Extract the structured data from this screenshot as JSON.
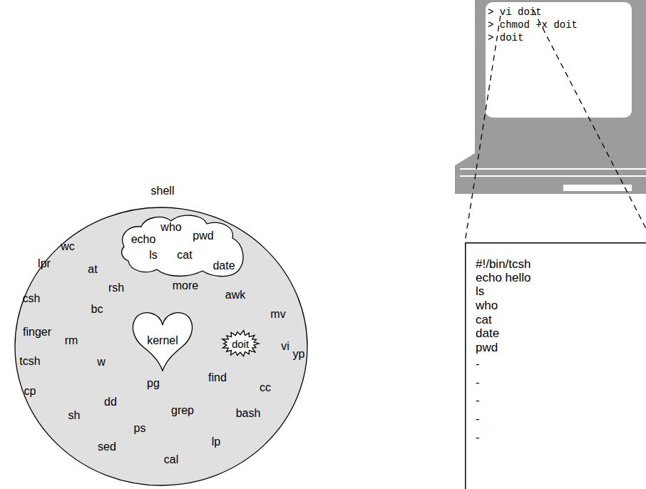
{
  "diagram": {
    "nodes": [
      {
        "text": [
          "shell",
          "wc",
          "lpr",
          "at",
          "more",
          "rsh",
          "awk",
          "csh",
          "bc",
          "mv",
          "finger",
          "rm",
          "vi",
          "yp",
          "tcsh",
          "w",
          "find",
          "pg",
          "cc",
          "cp",
          "dd",
          "grep",
          "bash",
          "sh",
          "ps",
          "lp",
          "sed",
          "cal"
        ]
      },
      {
        "text": [
          "who",
          "echo",
          "pwd",
          "ls",
          "cat",
          "date"
        ],
        "in": 0
      },
      {
        "text": [
          "kernel"
        ],
        "in": 0
      },
      {
        "text": [
          "doit"
        ],
        "in": 0
      },
      {
        "text": [
          "> vi doit",
          "> chmod +x doit",
          "> doit"
        ]
      },
      {
        "text": [
          "#!/bin/tcsh",
          "echo hello",
          "ls",
          "who",
          "cat",
          "date",
          "pwd",
          "-",
          "-",
          "-",
          "-",
          "-"
        ]
      }
    ],
    "edges": [
      {
        "from": 4,
        "to": 5,
        "arrow": "none"
      },
      {
        "from": 4,
        "to": 5,
        "arrow": "none"
      }
    ]
  }
}
